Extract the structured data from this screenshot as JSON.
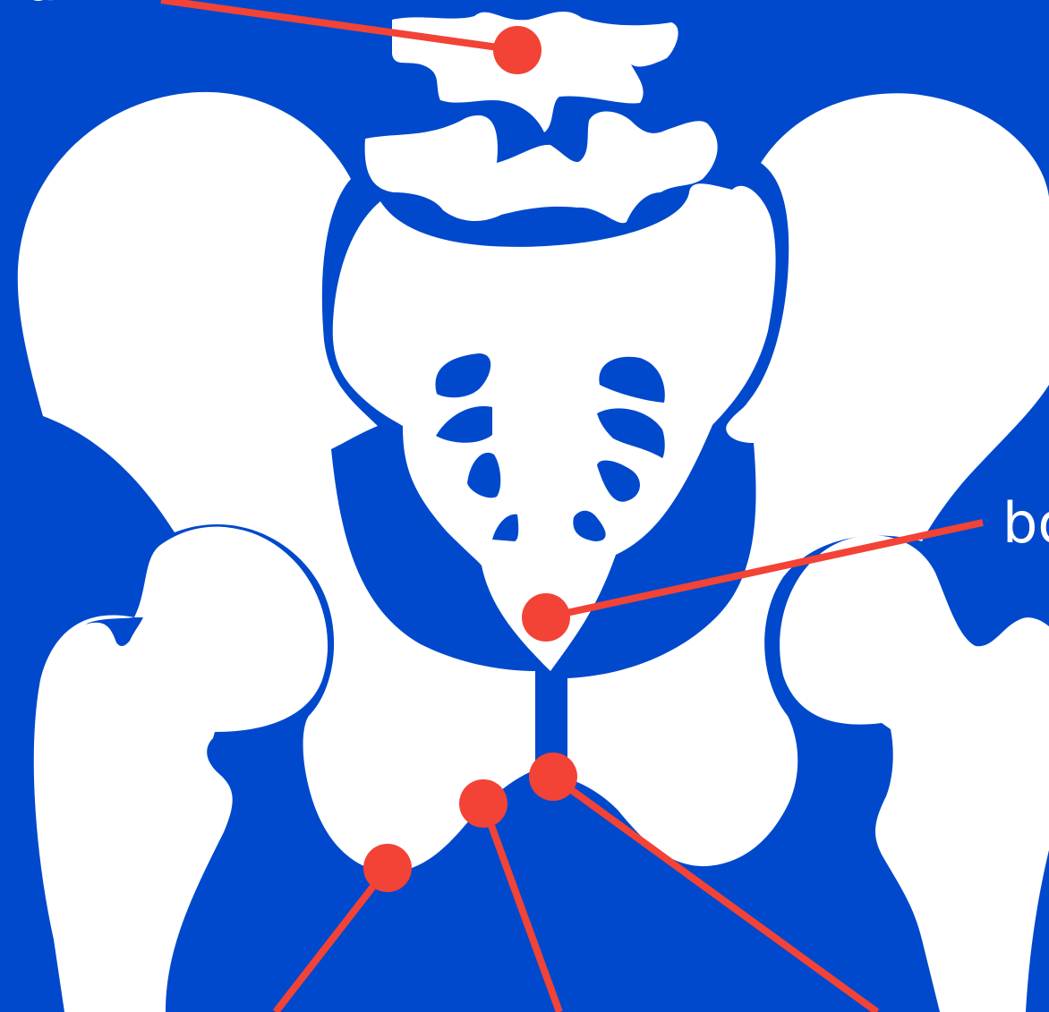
{
  "colors": {
    "background": "#0049cc",
    "bone": "#ffffff",
    "pointer": "#f24336"
  },
  "labels": {
    "vertebra_partial": "Lu",
    "sacrum_partial": "bo"
  },
  "markers": [
    "vertebra",
    "sacrum",
    "pubic-symphysis",
    "pubis",
    "ischium"
  ]
}
